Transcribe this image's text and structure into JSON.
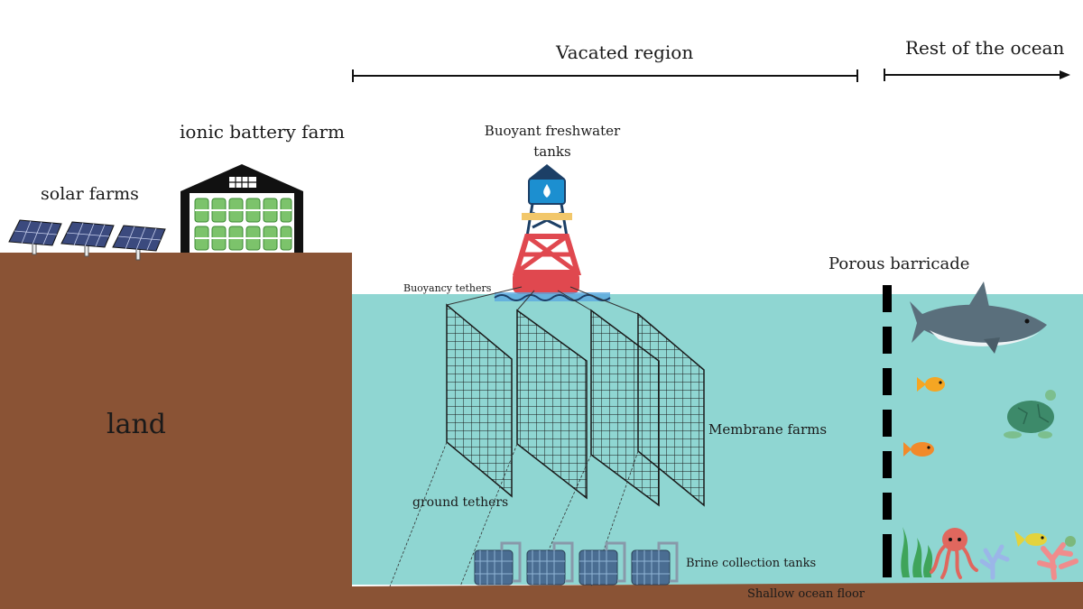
{
  "labels": {
    "vacated_region": "Vacated region",
    "rest_of_ocean": "Rest of the ocean",
    "battery_farm": "ionic battery farm",
    "solar_farms": "solar farms",
    "freshwater_tanks": "Buoyant freshwater tanks",
    "porous_barricade": "Porous barricade",
    "buoyancy_tethers": "Buoyancy tethers",
    "land": "land",
    "membrane_farms": "Membrane farms",
    "ground_tethers": "ground tethers",
    "brine_tanks": "Brine collection tanks",
    "ocean_floor": "Shallow ocean floor"
  },
  "colors": {
    "land": "#8a5335",
    "ocean": "#8fd6d2",
    "buoy_red": "#e0484f",
    "tank_blue": "#1c8fd0",
    "battery_green": "#7cc36b",
    "barricade": "#000000"
  },
  "icons": [
    "solar-panel-icon",
    "battery-warehouse-icon",
    "water-tower-buoy-icon",
    "membrane-net-icon",
    "brine-tank-icon",
    "shark-icon",
    "fish-icon",
    "turtle-icon",
    "octopus-icon",
    "coral-icon",
    "seaweed-icon"
  ]
}
